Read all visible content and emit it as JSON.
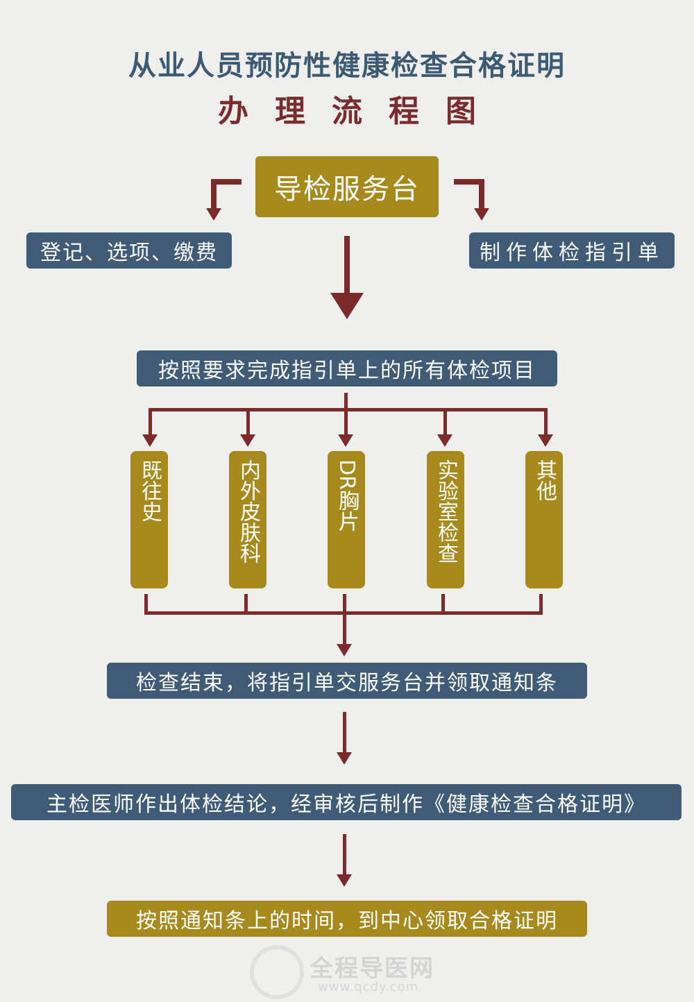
{
  "title": {
    "line1": "从业人员预防性健康检查合格证明",
    "line2": "办理流程图"
  },
  "desk": {
    "label": "导检服务台"
  },
  "left_branch": {
    "label": "登记、选项、缴费"
  },
  "right_branch": {
    "label": "制作体检指引单"
  },
  "step_complete": {
    "label": "按照要求完成指引单上的所有体检项目"
  },
  "exam_items": [
    {
      "label": "既往史"
    },
    {
      "label": "内外皮肤科"
    },
    {
      "label": "DR胸片"
    },
    {
      "label": "实验室检查"
    },
    {
      "label": "其他"
    }
  ],
  "step_return": {
    "label": "检查结束，将指引单交服务台并领取通知条"
  },
  "step_doctor": {
    "label": "主检医师作出体检结论，经审核后制作《健康检查合格证明》"
  },
  "step_collect": {
    "label": "按照通知条上的时间，到中心领取合格证明"
  },
  "watermark": {
    "name": "全程导医网",
    "url": "www.qcdy.com"
  },
  "colors": {
    "blue_box": "#3f5b76",
    "gold_box": "#a68a1d",
    "arrow": "#7b2b2b",
    "title_blue": "#3d5a73",
    "title_red": "#7b2b2b",
    "background": "#efefed"
  }
}
